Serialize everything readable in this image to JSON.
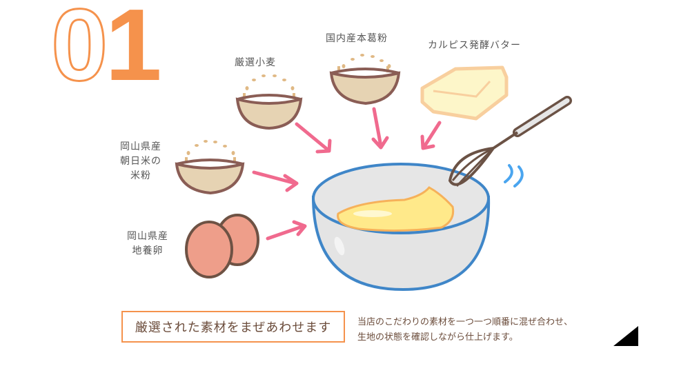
{
  "step": {
    "digit_outline": "0",
    "digit_filled": "1",
    "color": "#f5924c"
  },
  "ingredients": [
    {
      "id": "wheat",
      "label": "厳選小麦"
    },
    {
      "id": "kuzu",
      "label": "国内産本葛粉"
    },
    {
      "id": "butter",
      "label": "カルピス発酵バター"
    },
    {
      "id": "rice_flour",
      "label_lines": [
        "岡山県産",
        "朝日米の",
        "米粉"
      ]
    },
    {
      "id": "eggs",
      "label_lines": [
        "岡山県産",
        "地養卵"
      ]
    }
  ],
  "headline": {
    "text": "厳選された素材をまぜあわせます",
    "border_color": "#f5924c"
  },
  "description": {
    "lines": [
      "当店のこだわりの素材を一つ一つ順番に混ぜ合わせ、",
      "生地の状態を確認しながら仕上げます。"
    ]
  },
  "colors": {
    "arrow": "#f06a8e",
    "bowl_rim": "#3f86c8",
    "bowl_fill": "#e4e4e4",
    "batter": "#ffe98a",
    "whisk": "#6b5245",
    "grain_bowl_rim": "#8a5d55",
    "grain_bowl_fill": "#e6d3b3",
    "egg": "#ee9e8a",
    "butter": "#fdf6c9",
    "butter_edge": "#f8cf9e",
    "motion_lines": "#4aa5ef"
  }
}
